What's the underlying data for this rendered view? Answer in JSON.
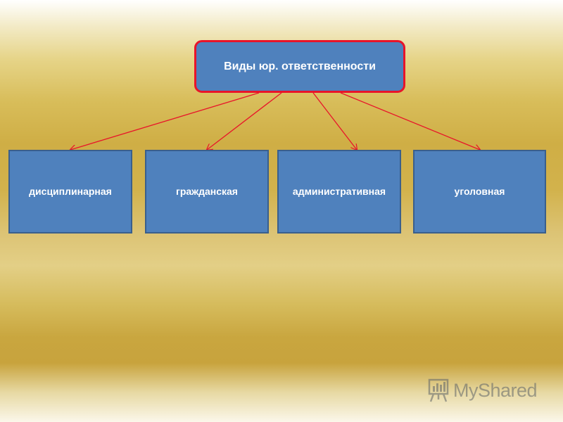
{
  "diagram": {
    "root": {
      "label": "Виды юр. ответственности"
    },
    "children": [
      {
        "label": "дисциплинарная"
      },
      {
        "label": "гражданская"
      },
      {
        "label": "административная"
      },
      {
        "label": "уголовная"
      }
    ]
  },
  "colors": {
    "box_fill": "#4f81bd",
    "root_border": "#e8142a",
    "arrow": "#e8142a",
    "text": "#ffffff"
  },
  "watermark": {
    "text": "MyShared",
    "icon": "presentation-board-icon"
  }
}
